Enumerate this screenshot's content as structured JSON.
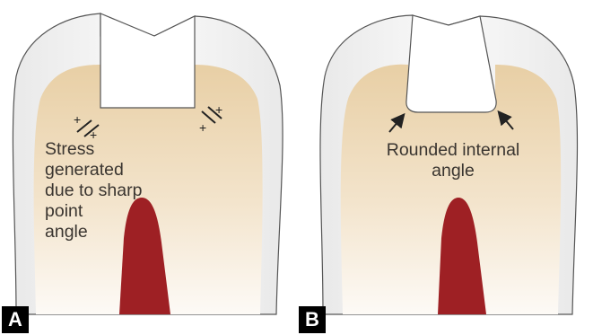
{
  "panels": [
    {
      "label": "A",
      "caption_lines": [
        "Stress",
        "generated",
        "due to sharp",
        "point",
        "angle"
      ]
    },
    {
      "label": "B",
      "caption_lines": [
        "Rounded internal",
        "angle"
      ]
    }
  ],
  "colors": {
    "enamel": "#f2f2f2",
    "dentin_top": "#ead3ac",
    "dentin_bottom": "#fbf5ee",
    "pulp": "#9e2024",
    "outline": "#555555",
    "text": "#3a3530"
  },
  "symbols": {
    "stress_mark_left": "+/+",
    "stress_mark_right": "+\\+",
    "arrow_icon": "arrow"
  }
}
